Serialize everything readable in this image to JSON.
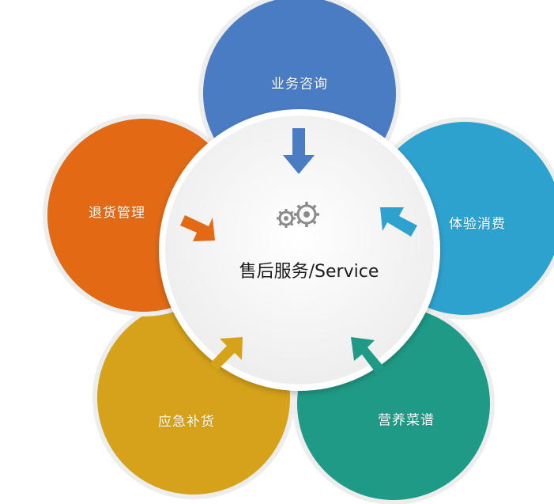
{
  "center": {
    "label": "售后服务/Service",
    "icon": "gears-icon"
  },
  "petals": [
    {
      "id": "consult",
      "label": "业务咨询",
      "color": "#4a7cc4"
    },
    {
      "id": "experience",
      "label": "体验消费",
      "color": "#2ea2cf"
    },
    {
      "id": "recipe",
      "label": "营养菜谱",
      "color": "#1f9a86"
    },
    {
      "id": "emergency",
      "label": "应急补货",
      "color": "#d6a21a"
    },
    {
      "id": "returns",
      "label": "退货管理",
      "color": "#e26a15"
    }
  ],
  "colors": {
    "center_fill": "#f6f6f6",
    "ring": "#e9e9e9",
    "gear": "#8b8b8b"
  }
}
